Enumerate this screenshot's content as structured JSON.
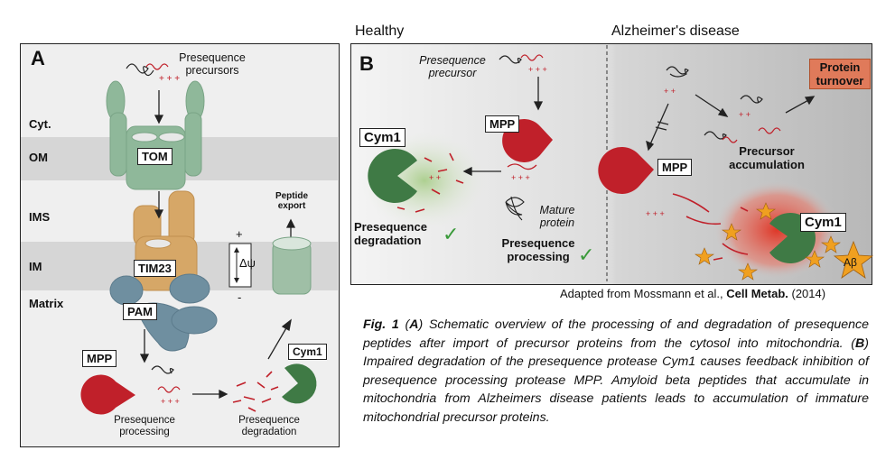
{
  "panel_a": {
    "letter": "A",
    "precursors_label": "Presequence\nprecursors",
    "layers": [
      "Cyt.",
      "OM",
      "IMS",
      "IM",
      "Matrix"
    ],
    "tom": "TOM",
    "tim23": "TIM23",
    "pam": "PAM",
    "mpp": "MPP",
    "cym1": "Cym1",
    "peptide_export": "Peptide\nexport",
    "delta_psi": "Δψ",
    "plus": "+",
    "minus": "-",
    "processing": "Presequence\nprocessing",
    "degradation": "Presequence\ndegradation"
  },
  "panel_b": {
    "letter": "B",
    "healthy": "Healthy",
    "alzheimers": "Alzheimer's disease",
    "precursor": "Presequence\nprecursor",
    "mpp_left": "MPP",
    "cym1_left": "Cym1",
    "mature": "Mature\nprotein",
    "degradation": "Presequence\ndegradation",
    "processing": "Presequence\nprocessing",
    "mpp_right": "MPP",
    "precursor_accumulation": "Precursor\naccumulation",
    "protein_turnover": "Protein\nturnover",
    "cym1_right": "Cym1",
    "abeta": "Aβ",
    "check": "✓"
  },
  "attribution": {
    "prefix": "Adapted from Mossmann et al., ",
    "journal": "Cell Metab.",
    "year": " (2014)"
  },
  "caption": {
    "fig_label": "Fig. 1",
    "text_a1": " (",
    "a_letter": "A",
    "text_a2": ") Schematic overview of the processing of and degradation of presequence peptides after import of precursor proteins from the cytosol into mitochondria. (",
    "b_letter": "B",
    "text_b": ") Impaired degradation of the presequence protease Cym1 causes feedback inhibition of presequence processing protease MPP. Amyloid beta peptides that accumulate in mitochondria from Alzheimers disease patients leads to accumulation of immature mitochondrial precursor proteins."
  },
  "colors": {
    "membrane": "#d6d6d6",
    "tom_green": "#8fb89a",
    "tim_tan": "#d6a767",
    "pam_blue": "#6f8fa0",
    "mpp_red": "#c0202a",
    "cym1_green": "#3f7a45",
    "presequence_red": "#c0202a",
    "turnover_orange": "#e07a5a",
    "check_green": "#3a9a3a",
    "star_orange": "#f0a020"
  }
}
